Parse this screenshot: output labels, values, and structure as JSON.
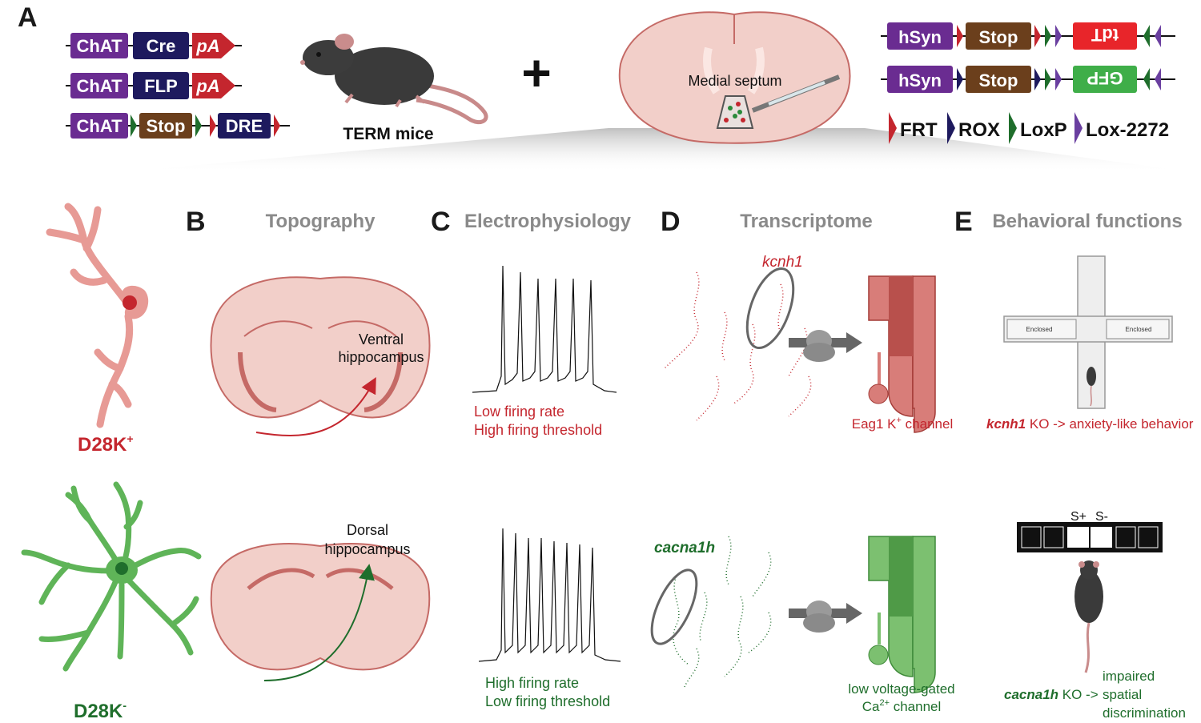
{
  "panels": {
    "a": "A",
    "b": "B",
    "c": "C",
    "d": "D",
    "e": "E"
  },
  "constructs": {
    "row1": [
      "ChAT",
      "Cre",
      "pA"
    ],
    "row2": [
      "ChAT",
      "FLP",
      "pA"
    ],
    "row3": [
      "ChAT",
      "Stop",
      "DRE"
    ]
  },
  "mouse_label": "TERM mice",
  "plus": "+",
  "injection_site": "Medial septum",
  "viruses": {
    "row1": [
      "hSyn",
      "Stop",
      "tdT"
    ],
    "row2": [
      "hSyn",
      "Stop",
      "GFP"
    ]
  },
  "legend": [
    "FRT",
    "ROX",
    "LoxP",
    "Lox-2272"
  ],
  "headers": {
    "topography": "Topography",
    "electrophysiology": "Electrophysiology",
    "transcriptome": "Transcriptome",
    "behavior": "Behavioral functions"
  },
  "neurons": {
    "positive": "D28K",
    "positive_sup": "+",
    "negative": "D28K",
    "negative_sup": "-"
  },
  "topography": {
    "top": [
      "Ventral",
      "hippocampus"
    ],
    "bottom": [
      "Dorsal",
      "hippocampus"
    ]
  },
  "ephys": {
    "top": [
      "Low firing rate",
      "High firing threshold"
    ],
    "bottom": [
      "High firing rate",
      "Low firing threshold"
    ]
  },
  "transcriptome": {
    "top_gene": "kcnh1",
    "top_channel": "Eag1 K",
    "top_channel_sup": "+",
    "top_channel_suffix": " channel",
    "bottom_gene": "cacna1h",
    "bottom_channel_line1": "low voltage-gated",
    "bottom_channel_line2_a": "Ca",
    "bottom_channel_line2_sup": "2+",
    "bottom_channel_line2_b": " channel"
  },
  "behavior": {
    "maze_left": "Enclosed",
    "maze_right": "Enclosed",
    "top_gene": "kcnh1",
    "top_text": " KO -> anxiety-like behavior",
    "s_plus": "S+",
    "s_minus": "S-",
    "bottom_gene": "cacna1h",
    "bottom_text": " KO ->",
    "bottom_result": [
      "impaired",
      "spatial",
      "discrimination"
    ]
  },
  "colors": {
    "chat": "#6a2c91",
    "navy": "#1e1a5e",
    "red": "#c4262e",
    "brown": "#6b3f1c",
    "green": "#4cae4c",
    "dark_green": "#1f6e2c",
    "brain": "#f2cfc9",
    "brain_edge": "#c56a66"
  }
}
